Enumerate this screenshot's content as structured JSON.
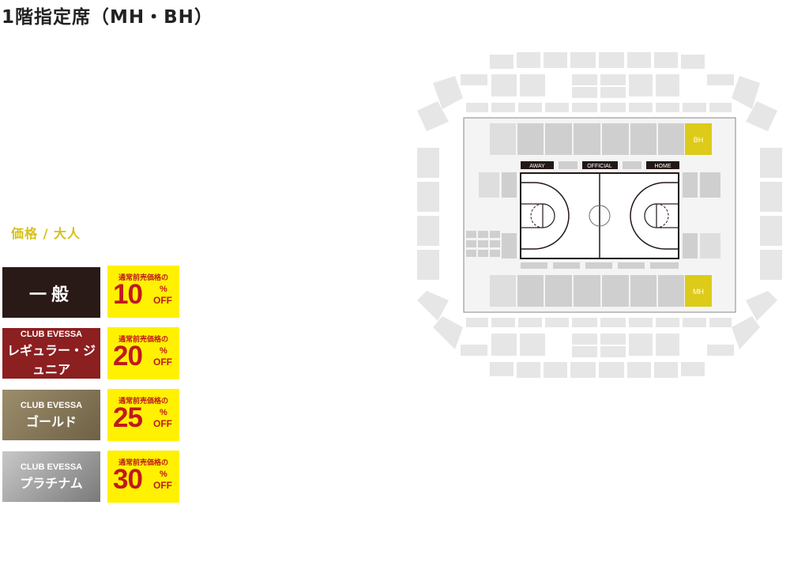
{
  "title": "1階指定席（MH・BH）",
  "price_label": "価格 / 大人",
  "tiers": [
    {
      "club": "",
      "name": "一般",
      "color": "#2a1a17",
      "discount_label": "通常前売価格の",
      "discount": "10",
      "percent": "%",
      "off": "OFF"
    },
    {
      "club": "CLUB EVESSA",
      "name": "レギュラー・ジュニア",
      "color": "#8c1f20",
      "discount_label": "通常前売価格の",
      "discount": "20",
      "percent": "%",
      "off": "OFF"
    },
    {
      "club": "CLUB EVESSA",
      "name": "ゴールド",
      "color": "#8c7d5e",
      "discount_label": "通常前売価格の",
      "discount": "25",
      "percent": "%",
      "off": "OFF"
    },
    {
      "club": "CLUB EVESSA",
      "name": "プラチナム",
      "color": "#9a9a9a",
      "discount_label": "通常前売価格の",
      "discount": "30",
      "percent": "%",
      "off": "OFF"
    }
  ],
  "map": {
    "bh_label": "BH",
    "mh_label": "MH",
    "away_label": "AWAY",
    "official_label": "OFFICIAL",
    "home_label": "HOME",
    "highlight_color": "#dccb19"
  }
}
